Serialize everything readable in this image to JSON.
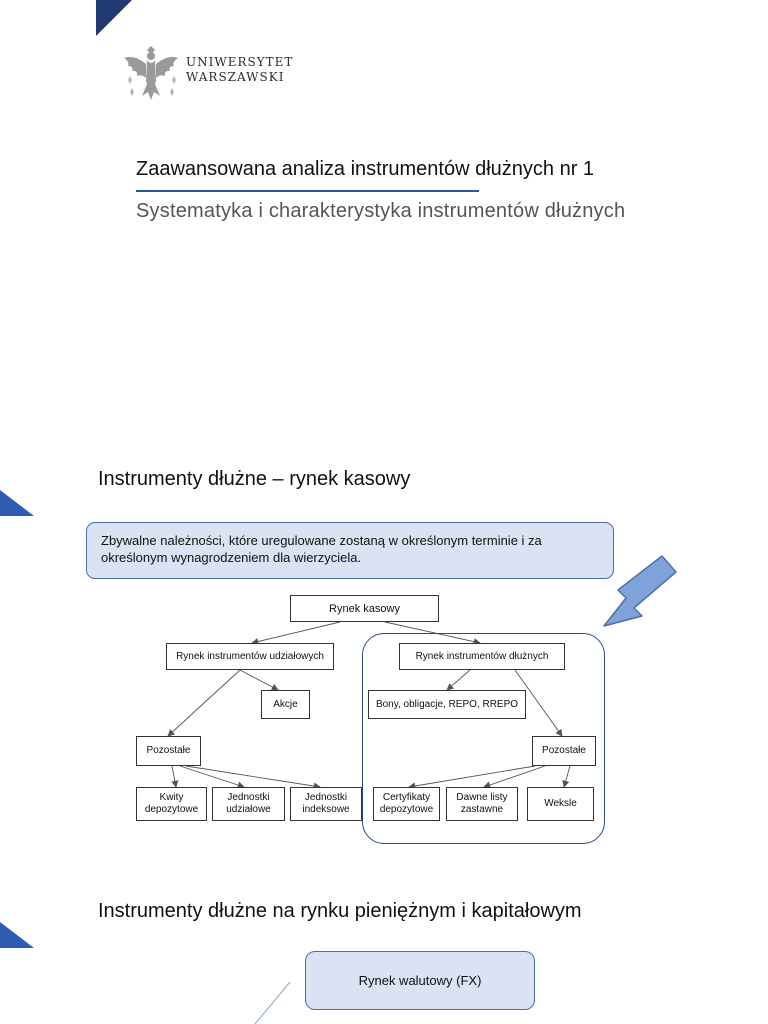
{
  "logo": {
    "line1": "UNIWERSYTET",
    "line2": "WARSZAWSKI",
    "emblem_icon": "eagle-emblem-icon"
  },
  "title": {
    "main": "Zaawansowana analiza instrumentów dłużnych nr 1",
    "subtitle": "Systematyka i charakterystyka instrumentów dłużnych"
  },
  "section1": {
    "heading": "Instrumenty dłużne – rynek kasowy",
    "callout": "Zbywalne należności, które uregulowane zostaną w określonym terminie i za określonym wynagrodzeniem dla wierzyciela.",
    "arrow_icon": "pointer-arrow-icon",
    "nodes": {
      "rynek_kasowy": "Rynek kasowy",
      "udzialowych": "Rynek instrumentów udziałowych",
      "dluznych": "Rynek instrumentów dłużnych",
      "akcje": "Akcje",
      "bony": "Bony, obligacje, REPO, RREPO",
      "pozostale_left": "Pozostałe",
      "pozostale_right": "Pozostałe",
      "kwity": "Kwity depozytowe",
      "jednostki_udzialowe": "Jednostki udziałowe",
      "jednostki_indeksowe": "Jednostki indeksowe",
      "certyfikaty": "Certyfikaty depozytowe",
      "dawne_listy": "Dawne listy zastawne",
      "weksle": "Weksle"
    }
  },
  "section2": {
    "heading": "Instrumenty dłużne na rynku pieniężnym i kapitałowym",
    "fx_box": "Rynek walutowy (FX)"
  },
  "colors": {
    "navy": "#1f3a6e",
    "accent_blue": "#2f5cb2",
    "callout_fill": "#d9e3f4",
    "arrow_fill": "#7fa2d9"
  }
}
